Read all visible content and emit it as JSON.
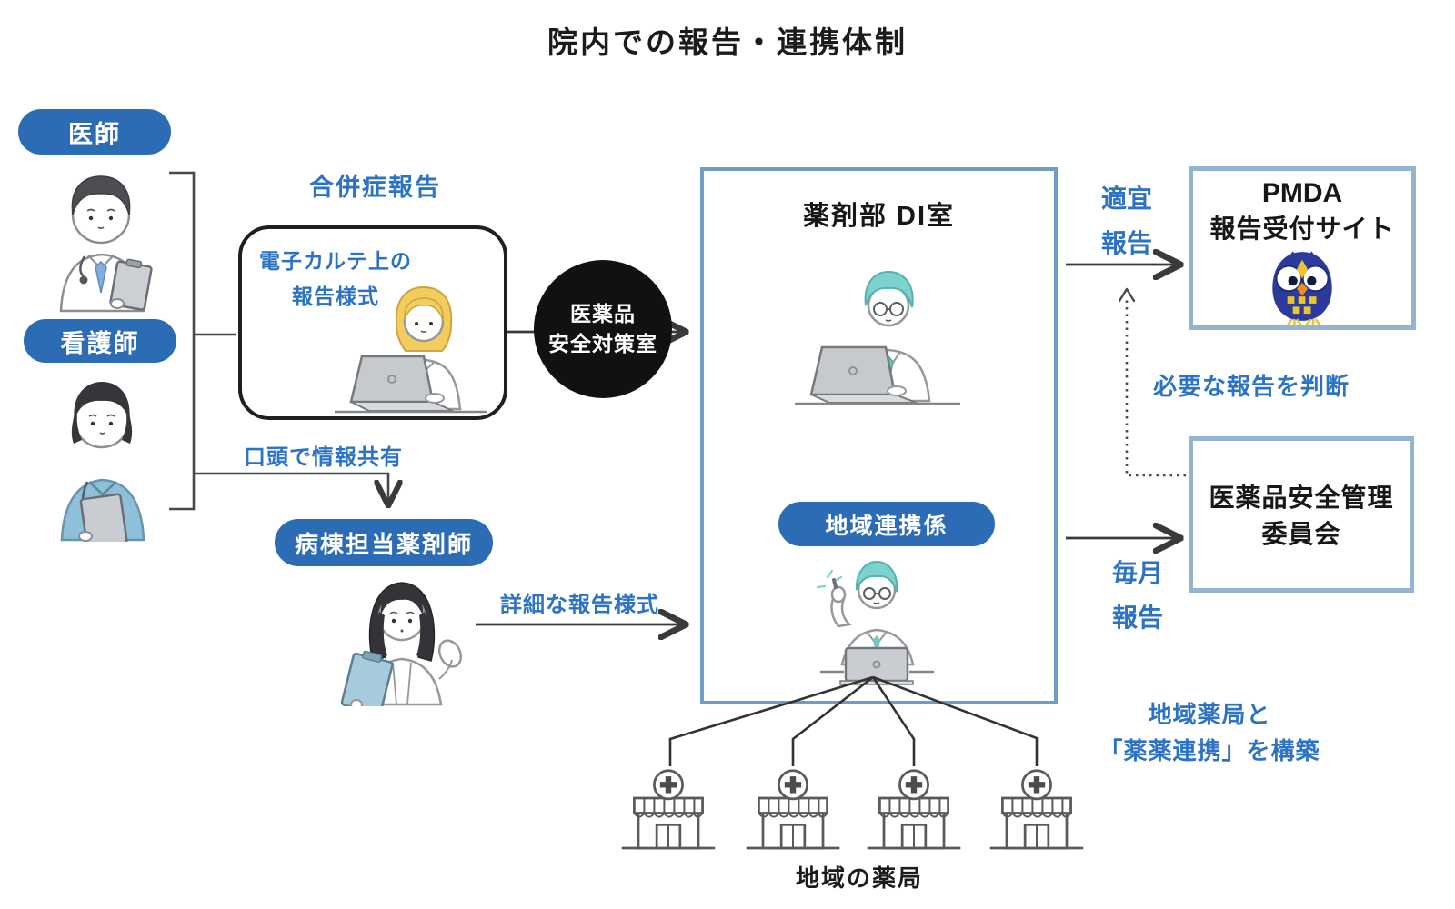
{
  "title": "院内での報告・連携体制",
  "actors": {
    "doctor": "医師",
    "nurse": "看護師"
  },
  "complication": {
    "heading": "合併症報告",
    "ehr_line1": "電子カルテ上の",
    "ehr_line2": "報告様式"
  },
  "safety_office": {
    "line1": "医薬品",
    "line2": "安全対策室"
  },
  "di_room": {
    "title": "薬剤部 DI室",
    "coordinator_badge": "地域連携係"
  },
  "ward_pharmacist": {
    "verbal_label": "口頭で情報共有",
    "badge": "病棟担当薬剤師",
    "detailed_label": "詳細な報告様式"
  },
  "pmda": {
    "as_needed_line1": "適宜",
    "as_needed_line2": "報告",
    "box_line1": "PMDA",
    "box_line2": "報告受付サイト"
  },
  "committee": {
    "judge_label": "必要な報告を判断",
    "box_line1": "医薬品安全管理",
    "box_line2": "委員会",
    "monthly_line1": "毎月",
    "monthly_line2": "報告"
  },
  "pharmacies": {
    "collab_line1": "地域薬局と",
    "collab_line2": "「薬薬連携」を構築",
    "caption": "地域の薬局",
    "count": 4
  },
  "colors": {
    "badge_blue": "#2c6cb5",
    "label_blue": "#2d73c5",
    "di_border_blue": "#6f9dc6",
    "light_border_blue": "#93b5d2",
    "circle_black": "#111111",
    "arrow_gray": "#3a3a3a",
    "owl_blue": "#2b3a9b",
    "owl_yellow": "#e9c52e"
  }
}
